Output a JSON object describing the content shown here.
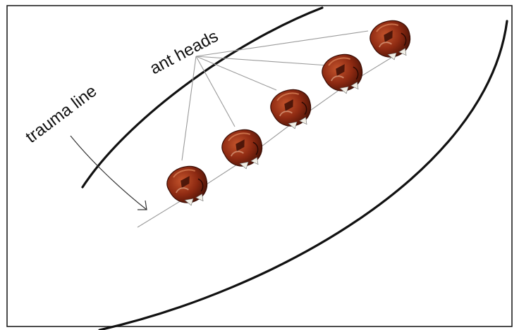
{
  "labels": {
    "trauma_line": "trauma line",
    "ant_heads": "ant heads"
  },
  "colors": {
    "background": "#ffffff",
    "border": "#111111",
    "curve": "#111111",
    "pointer_lines": "#9a9a9a",
    "ant_head_dark": "#5a1608",
    "ant_head_mid": "#8e2a12",
    "ant_head_light": "#c4542c",
    "mandible": "#f2efe6"
  },
  "ant_head_count": 5
}
